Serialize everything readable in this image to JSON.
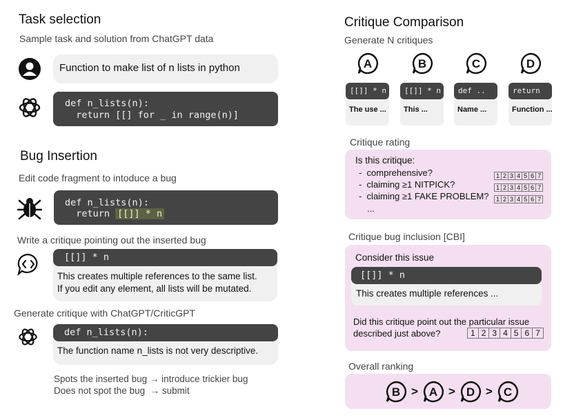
{
  "task": {
    "title": "Task selection",
    "subtitle": "Sample task and solution from ChatGPT data",
    "prompt": "Function to make list of n lists in python",
    "code_line1": "def n_lists(n):",
    "code_line2": "  return [[] for _ in range(n)]",
    "user_icon": "user-icon",
    "chatgpt_icon": "openai-logo-icon"
  },
  "bug": {
    "title": "Bug Insertion",
    "subtitle": "Edit code fragment to intoduce a bug",
    "code_line1": "def n_lists(n):",
    "code_line2_prefix": "  return ",
    "code_line2_highlight": "[[]] * n",
    "icon": "bug-icon"
  },
  "critique": {
    "subtitle": "Write a critique pointing out the inserted bug",
    "code": "[[]] * n",
    "text_line1": "This creates multiple references to the same list.",
    "text_line2": "If you edit any element, all lists will be mutated.",
    "icon": "code-chat-icon"
  },
  "generate": {
    "subtitle": "Generate critique with ChatGPT/CriticGPT",
    "code": "def n_lists(n):",
    "text": "The function name n_lists is not very descriptive.",
    "outcome1_a": "Spots the inserted bug",
    "outcome1_b": "introduce trickier bug",
    "outcome2_a": "Does not spot the bug",
    "outcome2_b": "submit",
    "arrow": "→",
    "icon": "openai-logo-icon"
  },
  "comparison": {
    "title": "Critique Comparison",
    "subtitle": "Generate N critiques",
    "critiques": [
      {
        "letter": "A",
        "code": "[[]] * n",
        "text": "The use ..."
      },
      {
        "letter": "B",
        "code": "[[]] * n",
        "text": "This ..."
      },
      {
        "letter": "C",
        "code": "def ..",
        "text": "Name ..."
      },
      {
        "letter": "D",
        "code": "return",
        "text": "Function ..."
      }
    ]
  },
  "rating": {
    "label": "Critique rating",
    "question": "Is this critique:",
    "items": [
      "-  comprehensive?",
      "-  claiming ≥1 NITPICK?",
      "-  claiming ≥1 FAKE PROBLEM?"
    ],
    "ellipsis": "...",
    "scale": [
      "1",
      "2",
      "3",
      "4",
      "5",
      "6",
      "7"
    ]
  },
  "cbi": {
    "label": "Critique bug inclusion [CBI]",
    "consider": "Consider this issue",
    "code": "[[]] * n",
    "text": "This creates multiple references ...",
    "question_line1": "Did this critique point out the particular issue",
    "question_line2": "described just above?",
    "scale": [
      "1",
      "2",
      "3",
      "4",
      "5",
      "6",
      "7"
    ]
  },
  "ranking": {
    "label": "Overall ranking",
    "order": [
      "B",
      "A",
      "D",
      "C"
    ],
    "separator": ">"
  }
}
